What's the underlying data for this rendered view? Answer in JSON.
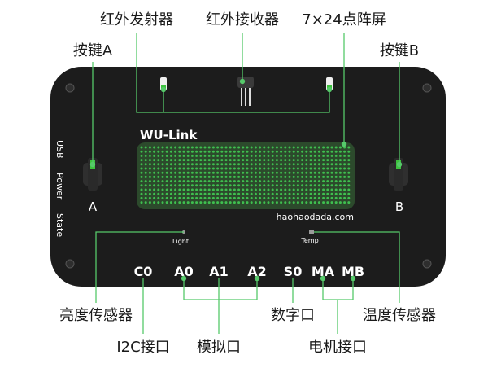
{
  "callouts": {
    "ir_emitter": "红外发射器",
    "ir_receiver": "红外接收器",
    "led_matrix": "7×24点阵屏",
    "button_a": "按键A",
    "button_b": "按键B",
    "light_sensor": "亮度传感器",
    "digital_port": "数字口",
    "temp_sensor": "温度传感器",
    "i2c_port": "I2C接口",
    "analog_port": "模拟口",
    "motor_port": "电机接口"
  },
  "board": {
    "title": "WU-Link",
    "website": "haohaodada.com",
    "side_labels": {
      "usb": "USB",
      "power": "Power",
      "state": "State"
    },
    "button_a_label": "A",
    "button_b_label": "B",
    "light_label": "Light",
    "temp_label": "Temp",
    "ports": {
      "c0": "C0",
      "a0": "A0",
      "a1": "A1",
      "a2": "A2",
      "s0": "S0",
      "ma": "MA",
      "mb": "MB"
    }
  },
  "colors": {
    "board": "#1c1c1c",
    "accent": "#3cc23c",
    "matrix_bg": "#2c4a2c",
    "matrix_dot": "#3fbf4f",
    "line": "#56c96a"
  }
}
